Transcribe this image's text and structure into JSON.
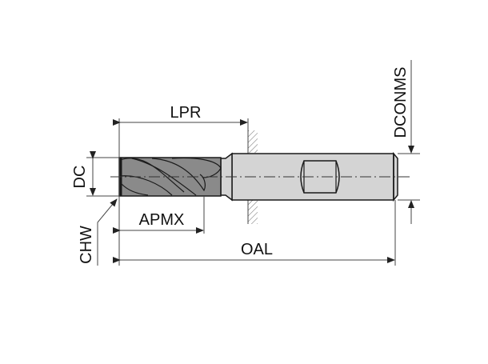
{
  "diagram": {
    "type": "end-mill-dimension-drawing",
    "labels": {
      "lpr": "LPR",
      "dc": "DC",
      "apmx": "APMX",
      "chw": "CHW",
      "oal": "OAL",
      "dconms": "DCONMS"
    },
    "colors": {
      "body_fill": "#d4d4d4",
      "flute_fill": "#8a8a8a",
      "outline": "#1a1a1a",
      "dimension_line": "#444444",
      "background": "#ffffff"
    }
  }
}
